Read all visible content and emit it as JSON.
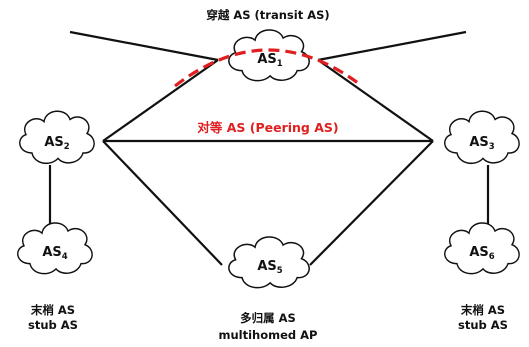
{
  "labels": {
    "transit": "穿越 AS (transit AS)",
    "peering": "对等 AS (Peering AS)",
    "stub_left_cn": "末梢 AS",
    "stub_left_en": "stub AS",
    "stub_right_cn": "末梢 AS",
    "stub_right_en": "stub AS",
    "multihomed_cn": "多归属 AS",
    "multihomed_en": "multihomed AP"
  },
  "nodes": [
    {
      "id": "as1",
      "prefix": "AS",
      "sub": "1"
    },
    {
      "id": "as2",
      "prefix": "AS",
      "sub": "2"
    },
    {
      "id": "as3",
      "prefix": "AS",
      "sub": "3"
    },
    {
      "id": "as4",
      "prefix": "AS",
      "sub": "4"
    },
    {
      "id": "as5",
      "prefix": "AS",
      "sub": "5"
    },
    {
      "id": "as6",
      "prefix": "AS",
      "sub": "6"
    }
  ],
  "colors": {
    "line": "#111111",
    "highlight": "#e02020"
  }
}
